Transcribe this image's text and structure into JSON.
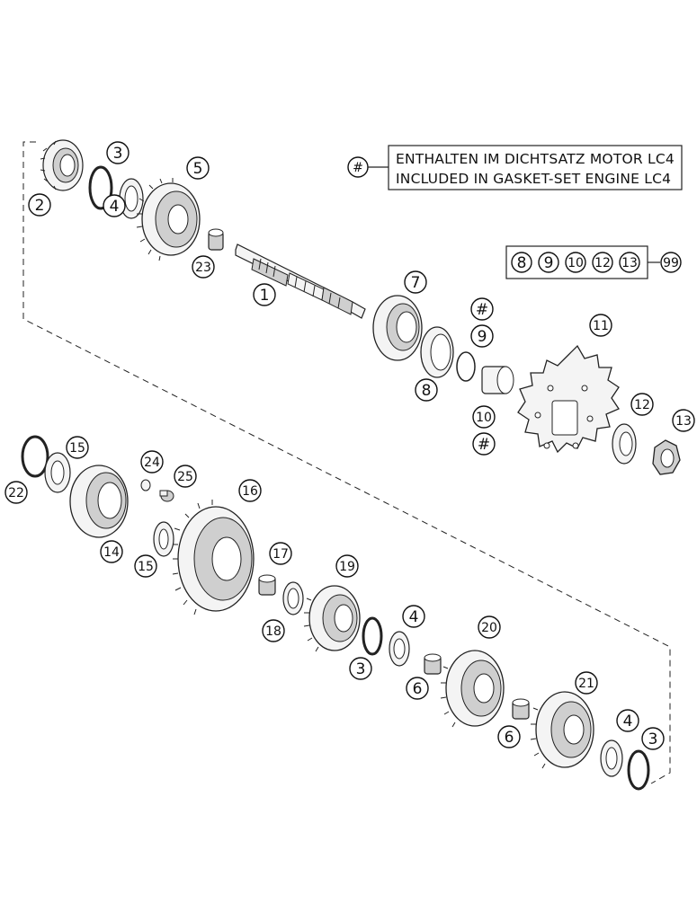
{
  "legend": {
    "marker": "#",
    "line1": "ENTHALTEN IM DICHTSATZ MOTOR LC4",
    "line2": "INCLUDED IN GASKET-SET ENGINE LC4"
  },
  "kit": {
    "items": [
      "8",
      "9",
      "10",
      "12",
      "13"
    ],
    "result": "99"
  },
  "callouts": [
    {
      "id": "c-1",
      "label": "1"
    },
    {
      "id": "c-2",
      "label": "2"
    },
    {
      "id": "c-3a",
      "label": "3"
    },
    {
      "id": "c-4a",
      "label": "4"
    },
    {
      "id": "c-5",
      "label": "5"
    },
    {
      "id": "c-23",
      "label": "23"
    },
    {
      "id": "c-7",
      "label": "7"
    },
    {
      "id": "c-hash-a",
      "label": "#"
    },
    {
      "id": "c-9",
      "label": "9"
    },
    {
      "id": "c-8",
      "label": "8"
    },
    {
      "id": "c-10",
      "label": "10"
    },
    {
      "id": "c-hash-b",
      "label": "#"
    },
    {
      "id": "c-11",
      "label": "11"
    },
    {
      "id": "c-12",
      "label": "12"
    },
    {
      "id": "c-13",
      "label": "13"
    },
    {
      "id": "c-15a",
      "label": "15"
    },
    {
      "id": "c-22",
      "label": "22"
    },
    {
      "id": "c-24",
      "label": "24"
    },
    {
      "id": "c-25",
      "label": "25"
    },
    {
      "id": "c-14",
      "label": "14"
    },
    {
      "id": "c-15b",
      "label": "15"
    },
    {
      "id": "c-16",
      "label": "16"
    },
    {
      "id": "c-17",
      "label": "17"
    },
    {
      "id": "c-18",
      "label": "18"
    },
    {
      "id": "c-19",
      "label": "19"
    },
    {
      "id": "c-3b",
      "label": "3"
    },
    {
      "id": "c-4b",
      "label": "4"
    },
    {
      "id": "c-6a",
      "label": "6"
    },
    {
      "id": "c-20",
      "label": "20"
    },
    {
      "id": "c-21",
      "label": "21"
    },
    {
      "id": "c-6b",
      "label": "6"
    },
    {
      "id": "c-4c",
      "label": "4"
    },
    {
      "id": "c-3c",
      "label": "3"
    }
  ]
}
